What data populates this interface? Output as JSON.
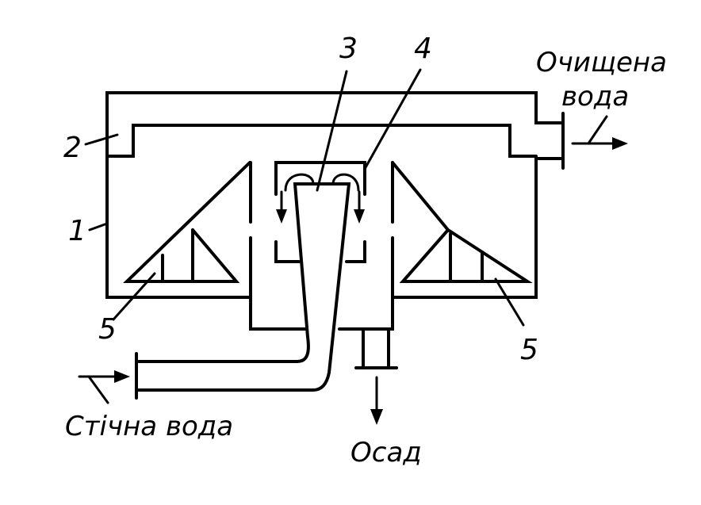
{
  "diagram": {
    "callouts": {
      "n1": "1",
      "n2": "2",
      "n3": "3",
      "n4": "4",
      "n5_left": "5",
      "n5_right": "5"
    },
    "labels": {
      "clean_water": [
        "Очищена",
        "вода"
      ],
      "waste_water": "Стічна вода",
      "sludge": "Осад"
    },
    "line_color": "#000000",
    "background_color": "#ffffff"
  }
}
